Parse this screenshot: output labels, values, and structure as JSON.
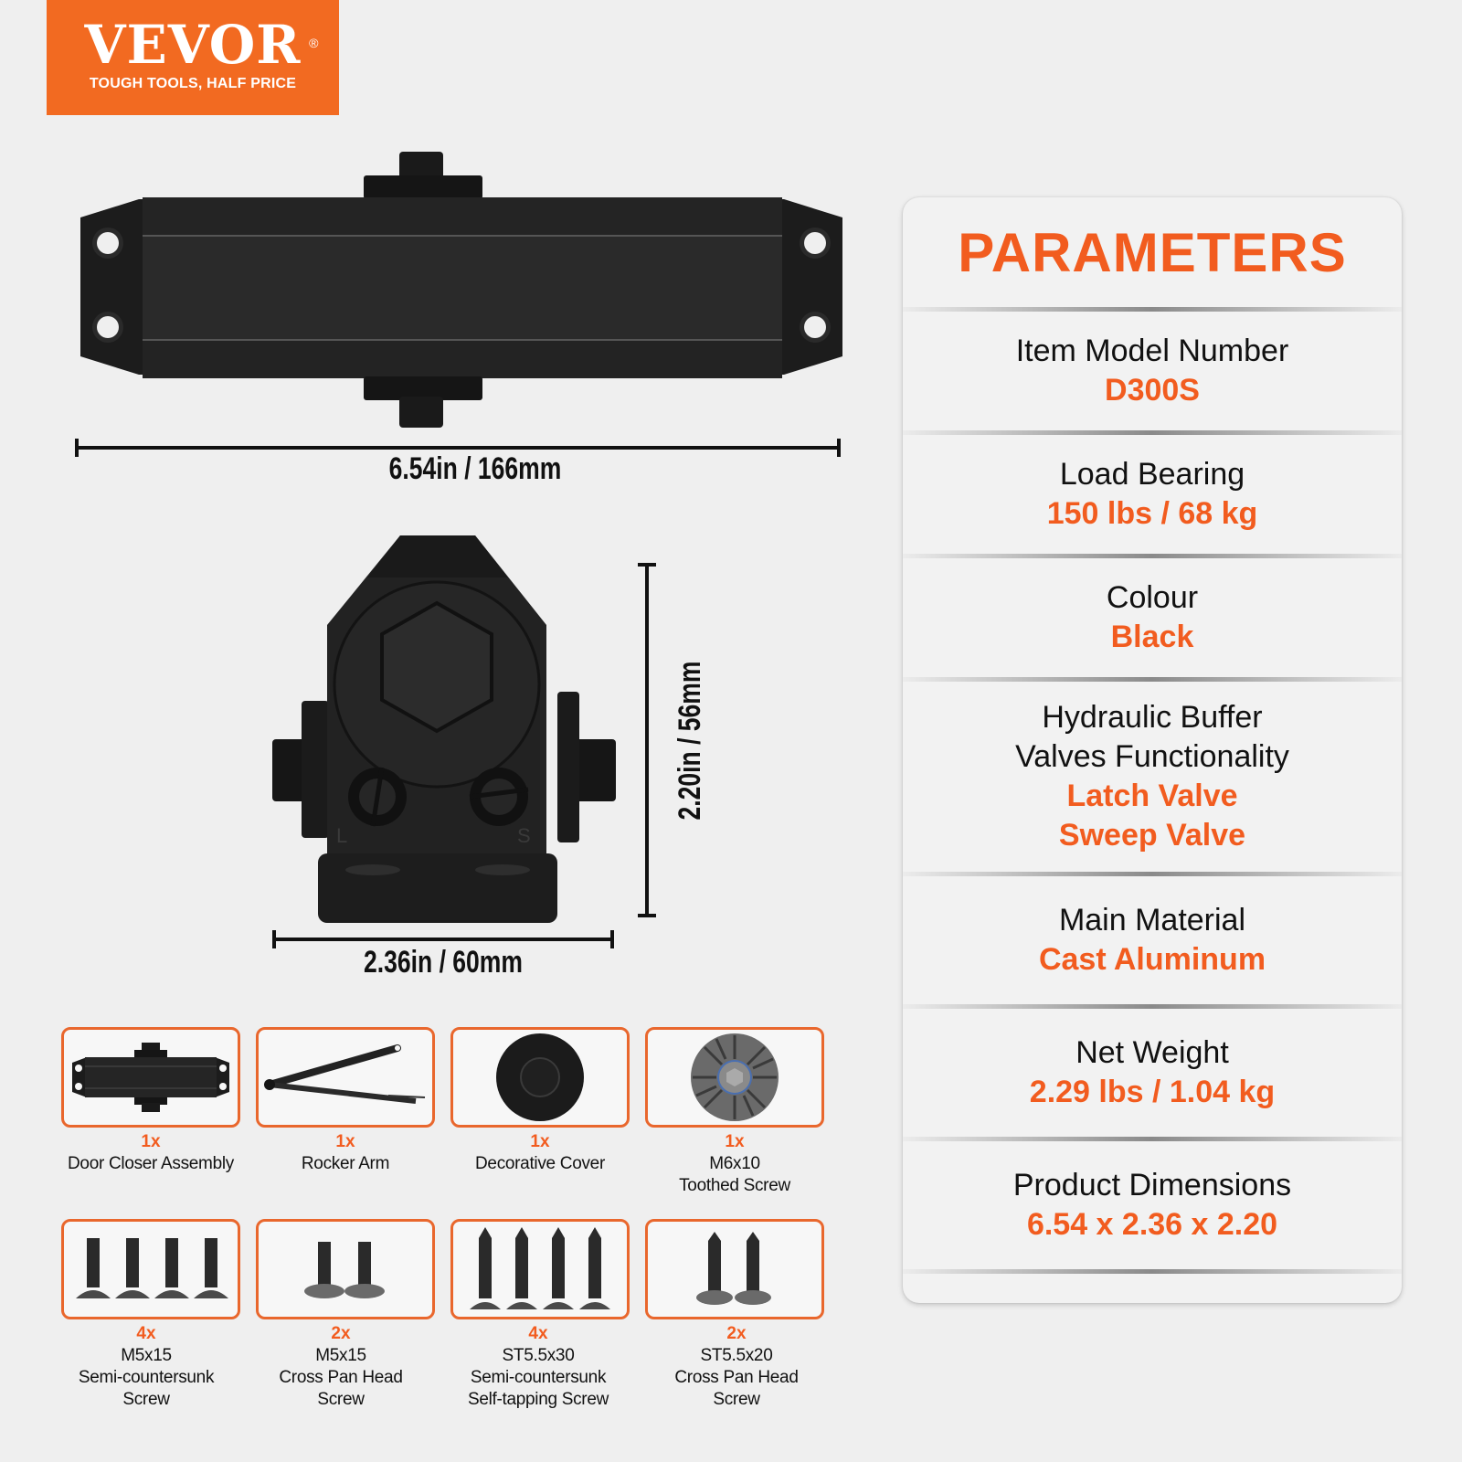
{
  "brand": {
    "name": "VEVOR",
    "registered_mark": "®",
    "tagline": "TOUGH TOOLS, HALF PRICE",
    "color": "#f26a21"
  },
  "diagram": {
    "top_view_length": "6.54in / 166mm",
    "side_view_width": "2.36in / 60mm",
    "side_view_height": "2.20in / 56mm",
    "valve_marks": {
      "left": "L",
      "right": "S"
    }
  },
  "parameters": {
    "title": "PARAMETERS",
    "accent_color": "#f25c1f",
    "rows": [
      {
        "label": "Item Model Number",
        "values": [
          "D300S"
        ]
      },
      {
        "label": "Load Bearing",
        "values": [
          "150 lbs / 68 kg"
        ]
      },
      {
        "label": "Colour",
        "values": [
          "Black"
        ]
      },
      {
        "label": "Hydraulic Buffer Valves Functionality",
        "label_lines": [
          "Hydraulic Buffer",
          "Valves Functionality"
        ],
        "values": [
          "Latch Valve",
          "Sweep Valve"
        ]
      },
      {
        "label": "Main Material",
        "values": [
          "Cast Aluminum"
        ]
      },
      {
        "label": "Net Weight",
        "values": [
          "2.29 lbs / 1.04 kg"
        ]
      },
      {
        "label": "Product Dimensions",
        "values": [
          "6.54 x 2.36 x 2.20"
        ]
      }
    ]
  },
  "accessories": [
    {
      "qty": "1x",
      "name_lines": [
        "Door Closer Assembly"
      ],
      "icon": "door-closer-icon"
    },
    {
      "qty": "1x",
      "name_lines": [
        "Rocker Arm"
      ],
      "icon": "rocker-arm-icon"
    },
    {
      "qty": "1x",
      "name_lines": [
        "Decorative Cover"
      ],
      "icon": "decorative-cover-icon"
    },
    {
      "qty": "1x",
      "name_lines": [
        "M6x10",
        "Toothed Screw"
      ],
      "icon": "toothed-screw-icon"
    },
    {
      "qty": "4x",
      "name_lines": [
        "M5x15",
        "Semi-countersunk",
        "Screw"
      ],
      "icon": "countersunk-screw-icon"
    },
    {
      "qty": "2x",
      "name_lines": [
        "M5x15",
        "Cross Pan Head",
        "Screw"
      ],
      "icon": "pan-head-screw-icon"
    },
    {
      "qty": "4x",
      "name_lines": [
        "ST5.5x30",
        "Semi-countersunk",
        "Self-tapping Screw"
      ],
      "icon": "self-tapping-screw-icon"
    },
    {
      "qty": "2x",
      "name_lines": [
        "ST5.5x20",
        "Cross Pan Head",
        "Screw"
      ],
      "icon": "pan-head-tapping-screw-icon"
    }
  ]
}
